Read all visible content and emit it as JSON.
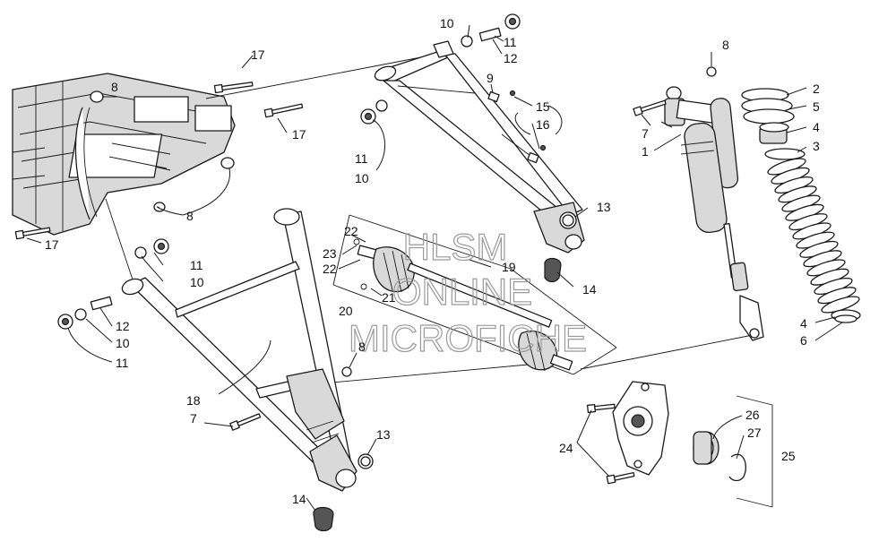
{
  "watermark": {
    "line1": "HLSM",
    "line2": "ONLINE",
    "line3": "MICROFICHE",
    "color": "#9a9a9a"
  },
  "callouts": [
    {
      "id": "c-10-top",
      "label": "10"
    },
    {
      "id": "c-11-top",
      "label": "11"
    },
    {
      "id": "c-12-top",
      "label": "12"
    },
    {
      "id": "c-8-shock",
      "label": "8"
    },
    {
      "id": "c-2",
      "label": "2"
    },
    {
      "id": "c-5",
      "label": "5"
    },
    {
      "id": "c-4-upper",
      "label": "4"
    },
    {
      "id": "c-3",
      "label": "3"
    },
    {
      "id": "c-7-shock",
      "label": "7"
    },
    {
      "id": "c-1",
      "label": "1"
    },
    {
      "id": "c-9",
      "label": "9"
    },
    {
      "id": "c-15",
      "label": "15"
    },
    {
      "id": "c-16",
      "label": "16"
    },
    {
      "id": "c-17-a",
      "label": "17"
    },
    {
      "id": "c-17-b",
      "label": "17"
    },
    {
      "id": "c-17-c",
      "label": "17"
    },
    {
      "id": "c-8-frame-top",
      "label": "8"
    },
    {
      "id": "c-8-frame",
      "label": "8"
    },
    {
      "id": "c-11-upper",
      "label": "11"
    },
    {
      "id": "c-10-upper",
      "label": "10"
    },
    {
      "id": "c-13-upper",
      "label": "13"
    },
    {
      "id": "c-14-upper",
      "label": "14"
    },
    {
      "id": "c-22-a",
      "label": "22"
    },
    {
      "id": "c-23",
      "label": "23"
    },
    {
      "id": "c-22-b",
      "label": "22"
    },
    {
      "id": "c-19",
      "label": "19"
    },
    {
      "id": "c-21",
      "label": "21"
    },
    {
      "id": "c-20",
      "label": "20"
    },
    {
      "id": "c-11-lower-a",
      "label": "11"
    },
    {
      "id": "c-10-lower-a",
      "label": "10"
    },
    {
      "id": "c-12-lower",
      "label": "12"
    },
    {
      "id": "c-10-lower-b",
      "label": "10"
    },
    {
      "id": "c-11-lower-b",
      "label": "11"
    },
    {
      "id": "c-8-lower",
      "label": "8"
    },
    {
      "id": "c-18",
      "label": "18"
    },
    {
      "id": "c-7-lower",
      "label": "7"
    },
    {
      "id": "c-13-lower",
      "label": "13"
    },
    {
      "id": "c-14-lower",
      "label": "14"
    },
    {
      "id": "c-4-lower",
      "label": "4"
    },
    {
      "id": "c-6",
      "label": "6"
    },
    {
      "id": "c-26",
      "label": "26"
    },
    {
      "id": "c-27",
      "label": "27"
    },
    {
      "id": "c-25",
      "label": "25"
    },
    {
      "id": "c-24",
      "label": "24"
    }
  ]
}
